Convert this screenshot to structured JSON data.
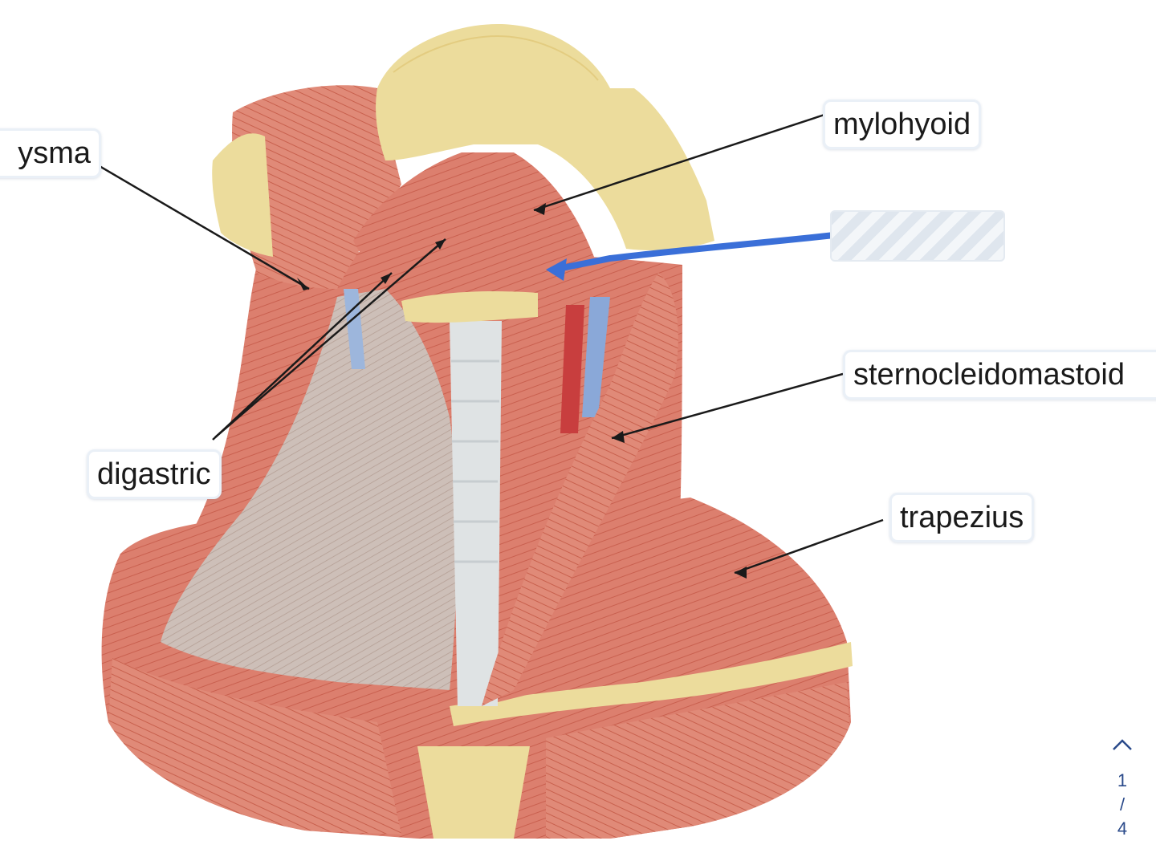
{
  "labels": {
    "platysma": "ysma",
    "mylohyoid": "mylohyoid",
    "sternocleidomastoid": "sternocleidomastoid",
    "digastric": "digastric",
    "trapezius": "trapezius"
  },
  "pager": {
    "current": "1",
    "separator": "/",
    "total": "4",
    "icon": "chevron-up-icon"
  },
  "colors": {
    "muscle": "#d9796a",
    "bone": "#ecdc9c",
    "annotation_arrow": "#3a6fd8"
  }
}
